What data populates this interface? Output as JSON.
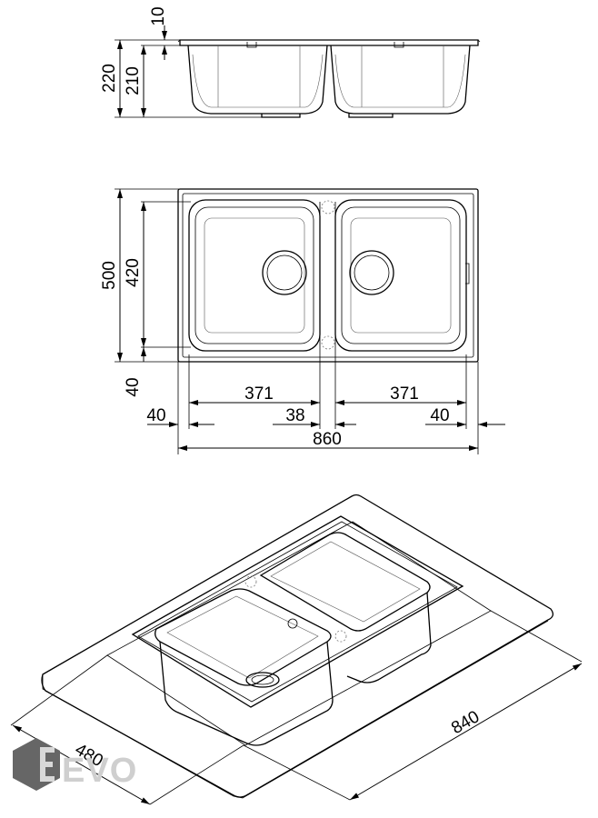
{
  "side_view": {
    "dims": {
      "rim": "10",
      "total_height": "220",
      "bowl_depth": "210"
    }
  },
  "top_view": {
    "dims": {
      "outer_depth": "500",
      "bowl_depth": "420",
      "rear_margin": "40",
      "bowl_left_width": "371",
      "bowl_right_width": "371",
      "left_margin": "40",
      "center_divider": "38",
      "right_margin": "40",
      "overall_width": "860"
    }
  },
  "perspective_view": {
    "dims": {
      "cutout_width": "840",
      "cutout_depth": "480"
    }
  },
  "watermark": {
    "text": "EVO"
  }
}
